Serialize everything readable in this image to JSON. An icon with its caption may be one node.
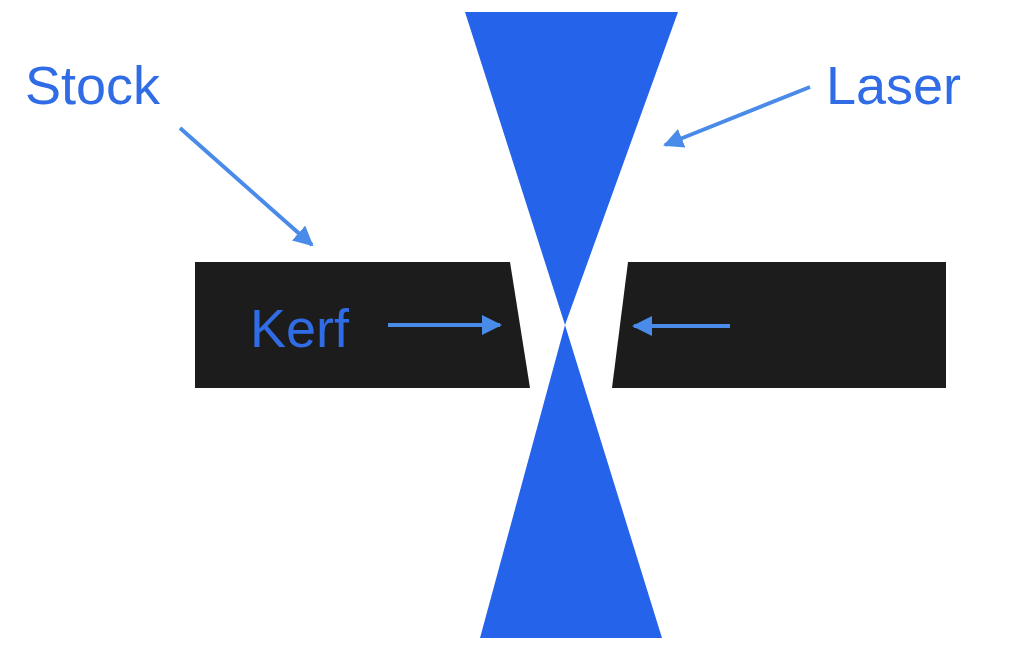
{
  "diagram": {
    "nodes": [
      {
        "text": [
          "Stock"
        ]
      },
      {
        "text": [
          "Laser"
        ]
      },
      {
        "text": [],
        "shape": "hourglass"
      },
      {
        "text": [],
        "shape": "box"
      },
      {
        "text": [
          "Kerf"
        ],
        "in": 3
      },
      {
        "text": [],
        "shape": "box"
      }
    ],
    "edges": [
      {
        "from": 0,
        "to": 3,
        "arrow": "to"
      },
      {
        "from": 1,
        "to": 2,
        "arrow": "to"
      },
      {
        "from": 4,
        "to": 3,
        "arrow": "to"
      },
      {
        "from": null,
        "to": 5,
        "arrow": "to"
      }
    ]
  }
}
